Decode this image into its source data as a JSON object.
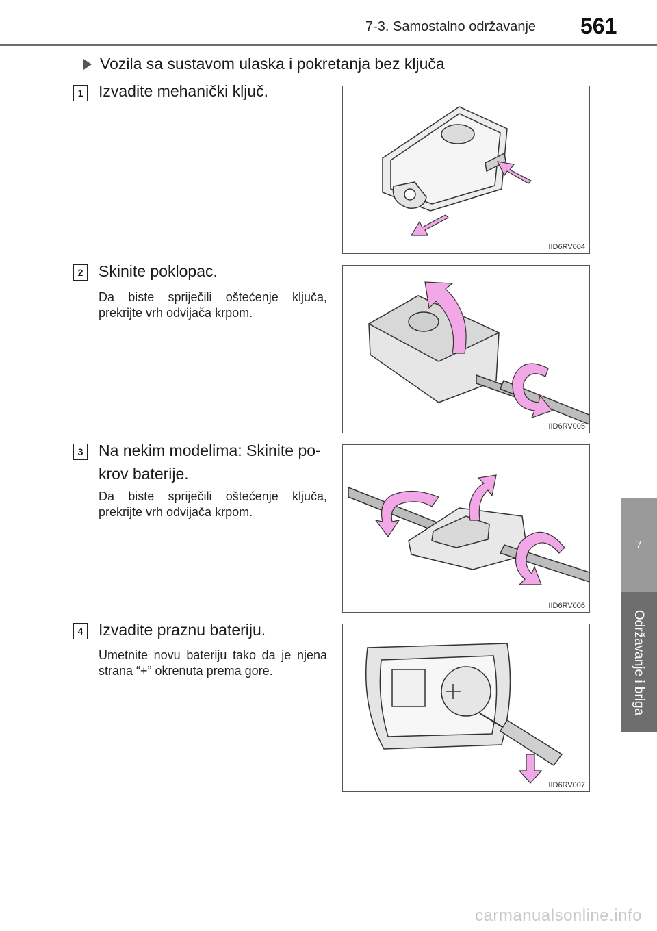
{
  "header": {
    "section": "7-3. Samostalno održavanje",
    "page_number": "561"
  },
  "side_tab": {
    "chapter": "7",
    "label": "Održavanje i briga"
  },
  "section_title": "Vozila sa sustavom ulaska i pokretanja bez ključa",
  "steps": [
    {
      "number": "1",
      "title": "Izvadite mehanički ključ.",
      "note": "",
      "figure": "IID6RV004"
    },
    {
      "number": "2",
      "title": "Skinite poklopac.",
      "note": "Da biste spriječili oštećenje ključa, prekrijte vrh odvijača krpom.",
      "figure": "IID6RV005"
    },
    {
      "number": "3",
      "title": "Na nekim modelima: Skinite po-krov baterije.",
      "note": "Da biste spriječili oštećenje ključa, prekrijte vrh odvijača krpom.",
      "figure": "IID6RV006"
    },
    {
      "number": "4",
      "title": "Izvadite praznu bateriju.",
      "note": "Umetnite novu bateriju tako da je njena strana “+” okrenuta prema gore.",
      "figure": "IID6RV007"
    }
  ],
  "watermark": "carmanualsonline.info",
  "colors": {
    "arrow": "#f2a8e6",
    "arrow_stroke": "#333333",
    "key_fill": "#e8e8e8",
    "rule": "#6b6b6b",
    "tab_dark": "#6e6e6e",
    "tab_light": "#9a9a9a"
  }
}
